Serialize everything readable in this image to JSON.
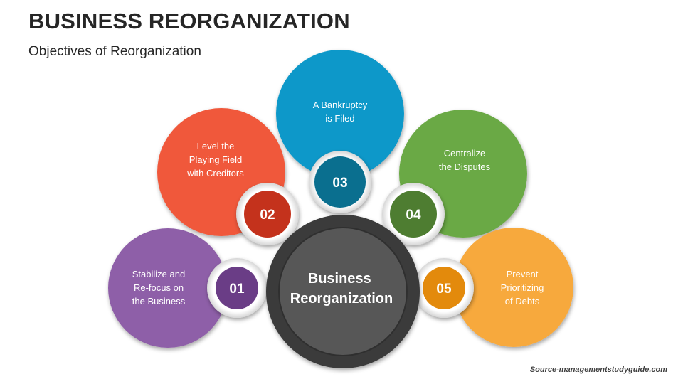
{
  "title": "BUSINESS REORGANIZATION",
  "subtitle": "Objectives of Reorganization",
  "center": {
    "lines": [
      "Business",
      "Reorganization"
    ]
  },
  "items": [
    {
      "number": "01",
      "lines": [
        "Stabilize and",
        "Re-focus on",
        "the Business"
      ],
      "color": "#8e5ea8",
      "dark": "#6a3d86"
    },
    {
      "number": "02",
      "lines": [
        "Level the",
        "Playing Field",
        "with Creditors"
      ],
      "color": "#f0583a",
      "dark": "#c4321c"
    },
    {
      "number": "03",
      "lines": [
        "A Bankruptcy",
        "is Filed"
      ],
      "color": "#0898c9",
      "dark": "#0a6f8f"
    },
    {
      "number": "04",
      "lines": [
        "Centralize",
        "the Disputes"
      ],
      "color": "#6aa944",
      "dark": "#4e7d31"
    },
    {
      "number": "05",
      "lines": [
        "Prevent",
        "Prioritizing",
        "of Debts"
      ],
      "color": "#f7a93d",
      "dark": "#e38a0c"
    }
  ],
  "source": "Source-managementstudyguide.com"
}
